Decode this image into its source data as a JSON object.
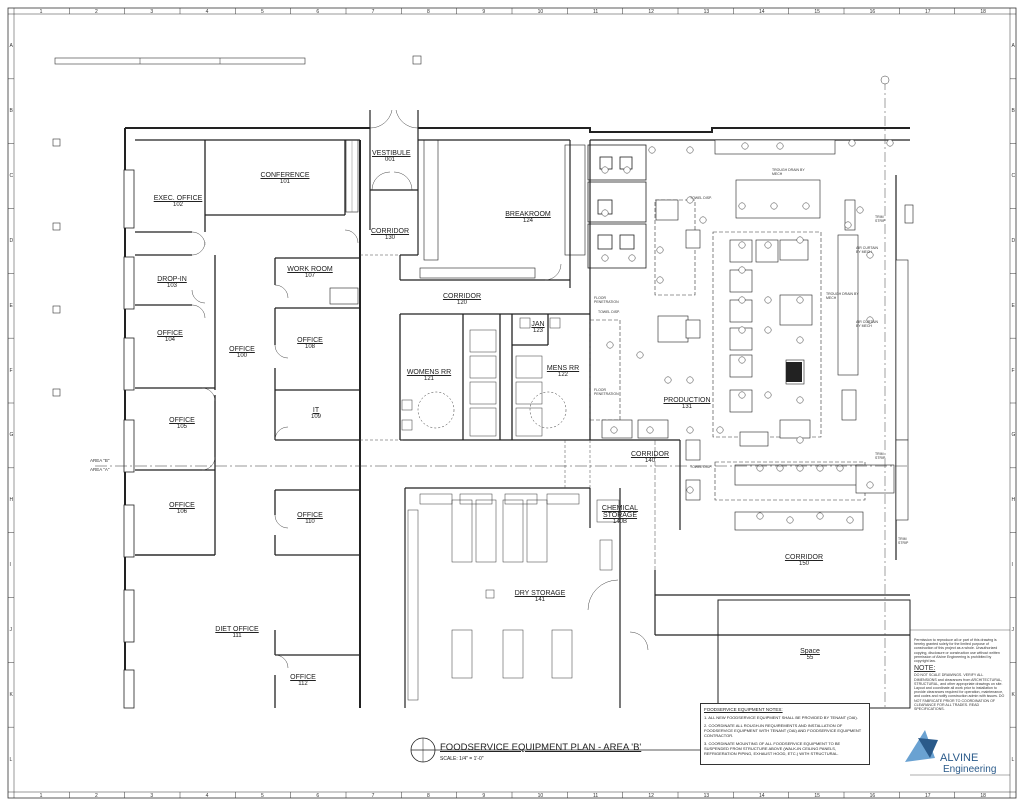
{
  "plan": {
    "title": "FOODSERVICE EQUIPMENT PLAN - AREA 'B'",
    "scale": "SCALE: 1/4\" = 1'-0\"",
    "area_line_top": "AREA \"B\"",
    "area_line_bottom": "AREA \"A\""
  },
  "grid": {
    "columns": [
      "1",
      "2",
      "3",
      "4",
      "5",
      "6",
      "7",
      "8",
      "9",
      "10",
      "11",
      "12",
      "13",
      "14",
      "15",
      "16",
      "17",
      "18"
    ],
    "rows": [
      "A",
      "B",
      "C",
      "D",
      "E",
      "F",
      "G",
      "H",
      "I",
      "J",
      "K",
      "L"
    ]
  },
  "rooms": [
    {
      "id": "vestibule",
      "name": "VESTIBULE",
      "number": "001"
    },
    {
      "id": "conference",
      "name": "CONFERENCE",
      "number": "101"
    },
    {
      "id": "exec-office",
      "name": "EXEC. OFFICE",
      "number": "102"
    },
    {
      "id": "corridor-130",
      "name": "CORRIDOR",
      "number": "130"
    },
    {
      "id": "breakroom",
      "name": "BREAKROOM",
      "number": "124"
    },
    {
      "id": "drop-in",
      "name": "DROP-IN",
      "number": "103"
    },
    {
      "id": "work-room",
      "name": "WORK ROOM",
      "number": "107"
    },
    {
      "id": "corridor-120",
      "name": "CORRIDOR",
      "number": "120"
    },
    {
      "id": "jan",
      "name": "JAN",
      "number": "123"
    },
    {
      "id": "office-104",
      "name": "OFFICE",
      "number": "104"
    },
    {
      "id": "office-100",
      "name": "OFFICE",
      "number": "100"
    },
    {
      "id": "office-108",
      "name": "OFFICE",
      "number": "108"
    },
    {
      "id": "womens-rr",
      "name": "WOMENS RR",
      "number": "121"
    },
    {
      "id": "mens-rr",
      "name": "MENS RR",
      "number": "122"
    },
    {
      "id": "production",
      "name": "PRODUCTION",
      "number": "131"
    },
    {
      "id": "it",
      "name": "IT",
      "number": "109"
    },
    {
      "id": "office-105",
      "name": "OFFICE",
      "number": "105"
    },
    {
      "id": "corridor-140",
      "name": "CORRIDOR",
      "number": "140"
    },
    {
      "id": "office-106",
      "name": "OFFICE",
      "number": "106"
    },
    {
      "id": "office-110",
      "name": "OFFICE",
      "number": "110"
    },
    {
      "id": "chemical-storage",
      "name": "CHEMICAL STORAGE",
      "number": "140B"
    },
    {
      "id": "corridor-150",
      "name": "CORRIDOR",
      "number": "150"
    },
    {
      "id": "dry-storage",
      "name": "DRY STORAGE",
      "number": "141"
    },
    {
      "id": "diet-office",
      "name": "DIET OFFICE",
      "number": "111"
    },
    {
      "id": "office-112",
      "name": "OFFICE",
      "number": "112"
    },
    {
      "id": "space",
      "name": "Space",
      "number": "55"
    }
  ],
  "equipment_tags": {
    "trough_drain": "TROUGH DRAIN BY MECH",
    "towel_disp": "TOWEL DISP.",
    "air_curtain": "AIR CURTAIN BY MECH",
    "trim_strip": "TRIM STRIP",
    "floor_penetration": "FLOOR PENETRATION"
  },
  "notes": {
    "title": "FOODSERVICE EQUIPMENT NOTES:",
    "items": [
      "1.  ALL NEW FOODSERVICE EQUIPMENT SHALL BE PROVIDED BY TENANT (OAI).",
      "2.  COORDINATE ALL ROUGH-IN REQUIREMENTS AND INSTALLATION OF FOODSERVICE EQUIPMENT WITH TENANT (OAI) AND FOODSERVICE EQUIPMENT CONTRACTOR.",
      "3.  COORDINATE MOUNTING OF ALL FOODSERVICE EQUIPMENT TO BE SUSPENDED FROM STRUCTURE ABOVE (WALK-IN CEILING PANELS, REFRIGERATION PIPING, EXHAUST HOOD, ETC.) WITH STRUCTURAL."
    ]
  },
  "side_note": {
    "copyright": "Permission to reproduce all or part of this drawing is hereby granted solely for the limited purpose of construction of this project as a whole. Unauthorized copying, disclosure or construction use without written permission of Alvine Engineering is prohibited by copyright law.",
    "heading": "NOTE:",
    "text": "DO NOT SCALE DRAWINGS. VERIFY ALL DIMENSIONS and clearances from ARCHITECTURAL, STRUCTURAL, and other appropriate drawings on site. Layout and coordinate all work prior to installation to provide clearances required for operation, maintenance, and codes and notify construction admin with issues. DO NOT FABRICATE PRIOR TO COORDINATION OF CLEARANCE FOR ALL TRADES. READ SPECIFICATIONS."
  },
  "logo": {
    "line1": "ALVINE",
    "line2": "Engineering",
    "color": "#2a5a8a"
  },
  "colors": {
    "line": "#222222",
    "light": "#888888",
    "paper": "#ffffff"
  }
}
